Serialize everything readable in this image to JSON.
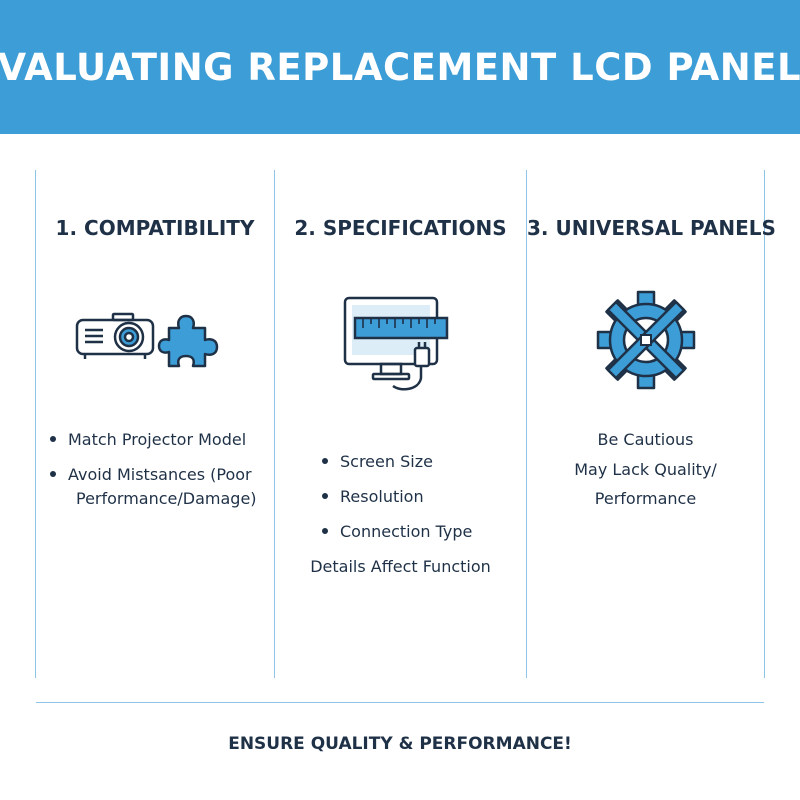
{
  "header": {
    "title": "EVALUATING REPLACEMENT LCD PANELS",
    "background_color": "#3d9dd6"
  },
  "columns": [
    {
      "title": "1. COMPATIBILITY",
      "icons": [
        "projector-icon",
        "puzzle-piece-icon"
      ],
      "bullets": [
        {
          "line1": "Match Projector Model"
        },
        {
          "line1": "Avoid Mistsances (Poor",
          "line2": "Performance/Damage)"
        }
      ]
    },
    {
      "title": "2. SPECIFICATIONS",
      "icons": [
        "monitor-ruler-cable-icon"
      ],
      "bullets": [
        {
          "line1": "Screen Size"
        },
        {
          "line1": "Resolution"
        },
        {
          "line1": "Connection Type"
        }
      ],
      "note": "Details Affect Function"
    },
    {
      "title": "3. UNIVERSAL PANELS",
      "icons": [
        "gear-cross-icon"
      ],
      "lines": [
        "Be Cautious",
        "May Lack Quality/",
        "Performance"
      ]
    }
  ],
  "footer": {
    "text": "ENSURE QUALITY & PERFORMANCE!"
  },
  "colors": {
    "accent_blue": "#3d9dd6",
    "dark_navy": "#1f3147",
    "divider": "#8ec4e6"
  }
}
